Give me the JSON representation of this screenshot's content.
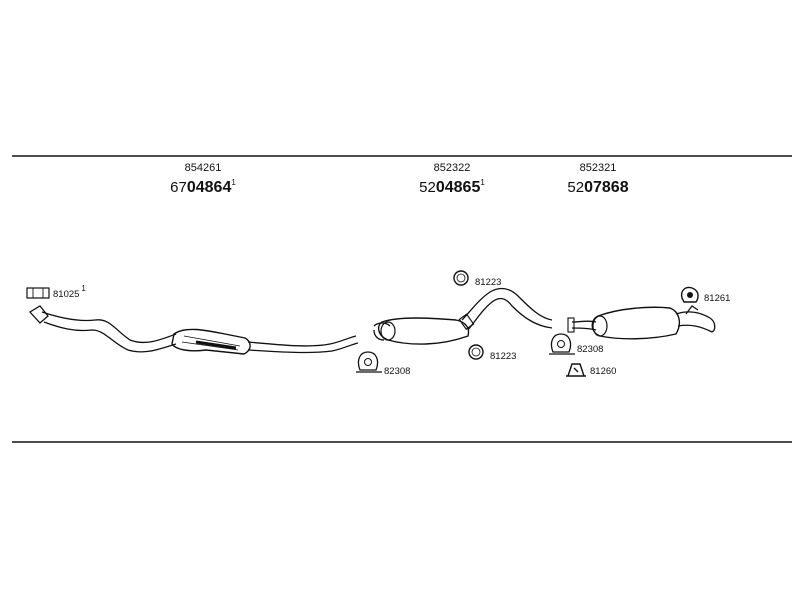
{
  "assemblies": [
    {
      "code": "854261",
      "prefix": "67",
      "number": "04864",
      "sup": "1"
    },
    {
      "code": "852322",
      "prefix": "52",
      "number": "04865",
      "sup": "1"
    },
    {
      "code": "852321",
      "prefix": "52",
      "number": "07868",
      "sup": ""
    }
  ],
  "parts": {
    "gasket_front": {
      "number": "81025",
      "sup": "1"
    },
    "clamp_front": {
      "number": "82308"
    },
    "ring_upper": {
      "number": "81223"
    },
    "ring_lower": {
      "number": "81223"
    },
    "clamp_rear": {
      "number": "82308"
    },
    "hanger_upper": {
      "number": "81261"
    },
    "hanger_lower": {
      "number": "81260"
    }
  },
  "colors": {
    "line": "#111111",
    "background": "#ffffff"
  }
}
